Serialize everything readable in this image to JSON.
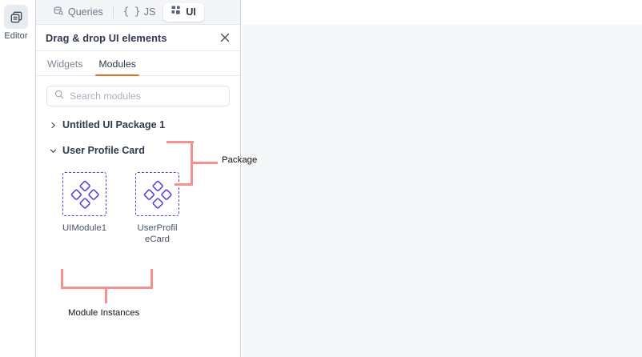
{
  "rail": {
    "items": [
      {
        "label": "Editor",
        "icon": "editor-copy-icon",
        "active": true
      }
    ]
  },
  "top_tabs": {
    "items": [
      {
        "label": "Queries",
        "icon": "database-query-icon",
        "active": false
      },
      {
        "label": "JS",
        "icon": "curly-braces-icon",
        "active": false
      },
      {
        "label": "UI",
        "icon": "grid-squares-icon",
        "active": true
      }
    ]
  },
  "panel": {
    "title": "Drag & drop UI elements",
    "close_icon": "close-icon",
    "tabs": [
      {
        "label": "Widgets",
        "active": false
      },
      {
        "label": "Modules",
        "active": true
      }
    ],
    "accent_color": "#e2732a",
    "search": {
      "placeholder": "Search modules",
      "value": "",
      "icon": "search-icon"
    },
    "tree": [
      {
        "label": "Untitled UI Package 1",
        "expanded": false,
        "chevron": "chevron-right-icon"
      },
      {
        "label": "User Profile Card",
        "expanded": true,
        "chevron": "chevron-down-icon"
      }
    ],
    "modules": [
      {
        "name": "UIModule1",
        "icon": "four-diamonds-module-icon"
      },
      {
        "name": "UserProfileCard",
        "icon": "four-diamonds-module-icon"
      }
    ]
  },
  "annotations": {
    "color": "#f69191",
    "package": {
      "label": "Package"
    },
    "module_instances": {
      "label": "Module Instances"
    }
  },
  "colors": {
    "module_icon": "#5a3fd6",
    "annotation": "#f69191",
    "tab_accent": "#e2732a",
    "canvas_bg": "#f6f7f9"
  }
}
